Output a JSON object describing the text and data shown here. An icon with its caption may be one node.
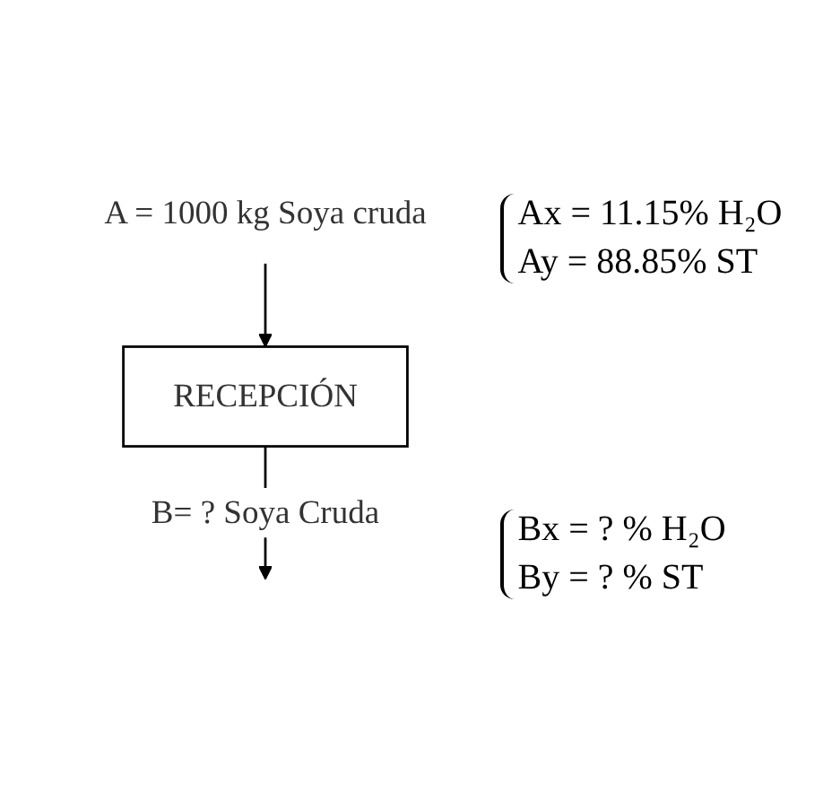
{
  "diagram": {
    "nodes": [
      {
        "text": [
          "A = 1000 kg  Soya cruda"
        ],
        "beside": [
          "Ax = 11.15% H₂O",
          "Ay = 88.85% ST"
        ]
      },
      {
        "text": [
          "RECEPCIÓN"
        ]
      }
    ],
    "edges": [
      {
        "from": 0,
        "to": 1,
        "arrow": "to"
      },
      {
        "from": 1,
        "to": null,
        "arrow": "to",
        "label": "B= ? Soya Cruda"
      }
    ],
    "labels": [
      "Bx = ? % H₂O",
      "By = ? % ST"
    ]
  }
}
